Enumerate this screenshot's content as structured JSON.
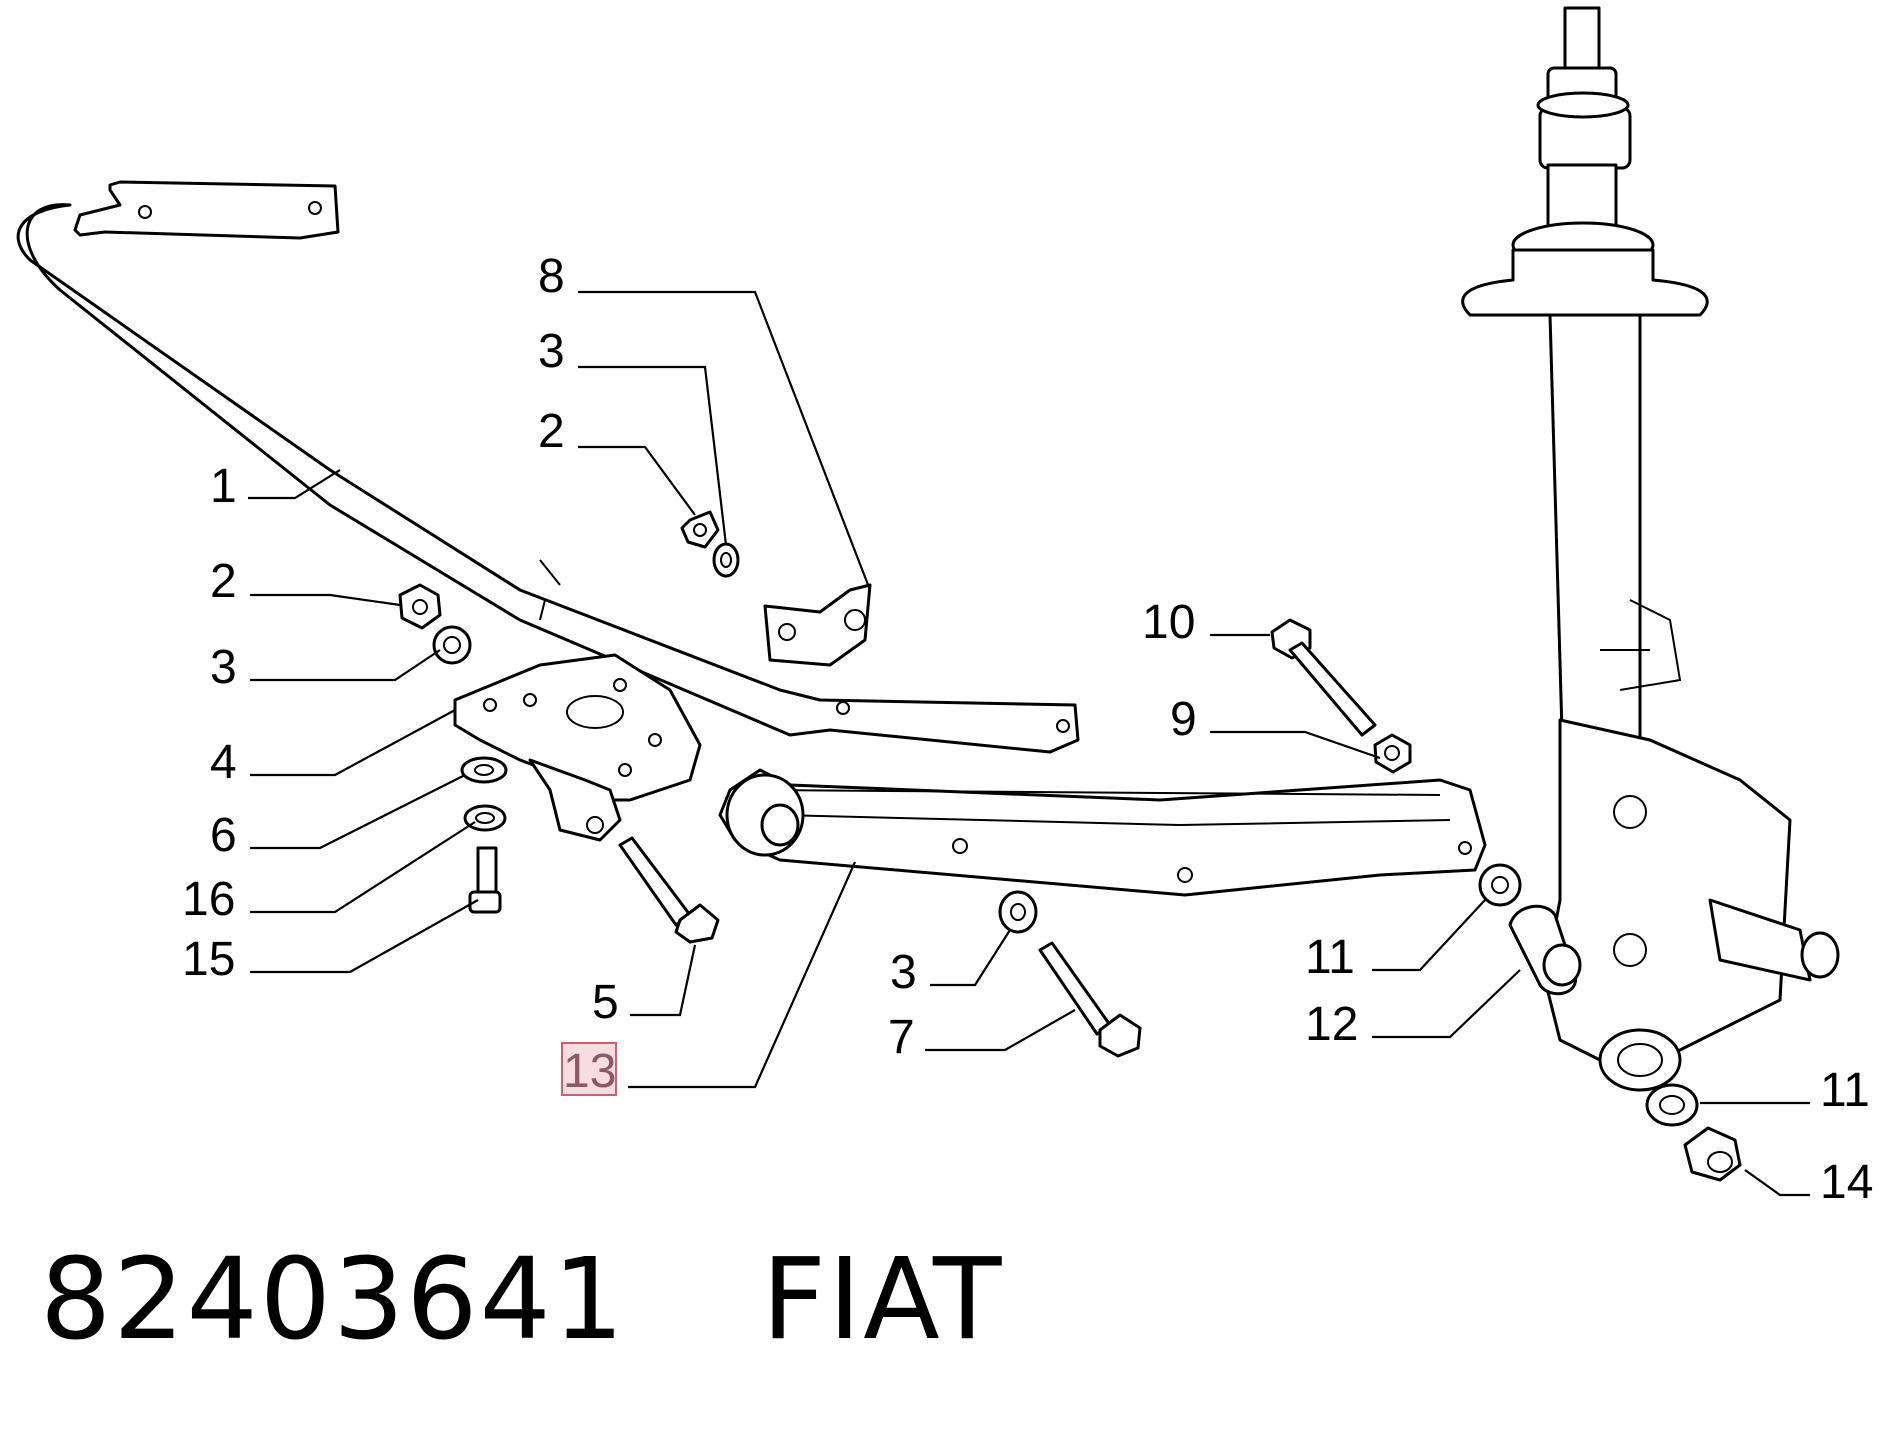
{
  "callouts": [
    {
      "id": "c8",
      "label": "8"
    },
    {
      "id": "c3a",
      "label": "3"
    },
    {
      "id": "c2a",
      "label": "2"
    },
    {
      "id": "c1",
      "label": "1"
    },
    {
      "id": "c2b",
      "label": "2"
    },
    {
      "id": "c3b",
      "label": "3"
    },
    {
      "id": "c4",
      "label": "4"
    },
    {
      "id": "c6",
      "label": "6"
    },
    {
      "id": "c16",
      "label": "16"
    },
    {
      "id": "c15",
      "label": "15"
    },
    {
      "id": "c5",
      "label": "5"
    },
    {
      "id": "c13",
      "label": "13",
      "highlighted": true
    },
    {
      "id": "c10",
      "label": "10"
    },
    {
      "id": "c9",
      "label": "9"
    },
    {
      "id": "c3c",
      "label": "3"
    },
    {
      "id": "c7",
      "label": "7"
    },
    {
      "id": "c11a",
      "label": "11"
    },
    {
      "id": "c12",
      "label": "12"
    },
    {
      "id": "c11b",
      "label": "11"
    },
    {
      "id": "c14",
      "label": "14"
    }
  ],
  "caption": {
    "part_number": "82403641",
    "brand": "FIAT"
  },
  "colors": {
    "highlight_fill": "#f7dde2",
    "highlight_border": "#d0606e",
    "highlight_text": "#8c5a66"
  }
}
